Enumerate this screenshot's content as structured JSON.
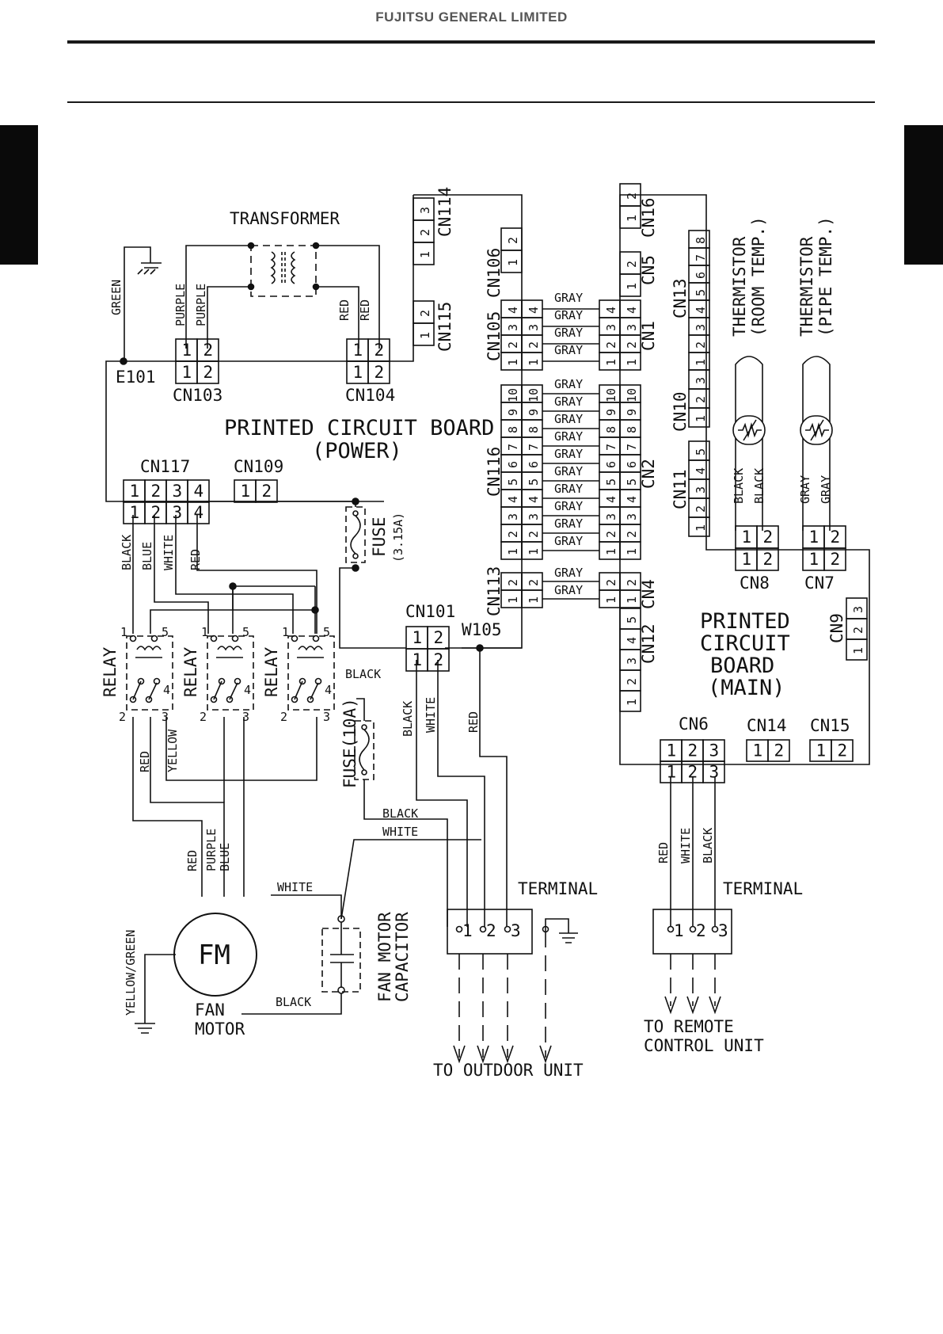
{
  "header": {
    "company": "FUJITSU GENERAL LIMITED"
  },
  "diagram": {
    "pcb_power": {
      "line1": "PRINTED CIRCUIT BOARD",
      "line2": "(POWER)"
    },
    "pcb_main": {
      "line1": "PRINTED",
      "line2": "CIRCUIT",
      "line3": "BOARD",
      "line4": "(MAIN)"
    },
    "transformer": "TRANSFORMER",
    "ground_point": "E101",
    "w105": "W105",
    "connectors": {
      "cn103": "CN103",
      "cn104": "CN104",
      "cn114": "CN114",
      "cn115": "CN115",
      "cn106": "CN106",
      "cn105": "CN105",
      "cn116": "CN116",
      "cn113": "CN113",
      "cn117": "CN117",
      "cn109": "CN109",
      "cn101": "CN101",
      "cn16": "CN16",
      "cn5": "CN5",
      "cn1": "CN1",
      "cn2": "CN2",
      "cn4": "CN4",
      "cn12": "CN12",
      "cn13": "CN13",
      "cn10": "CN10",
      "cn11": "CN11",
      "cn8": "CN8",
      "cn7": "CN7",
      "cn9": "CN9",
      "cn6": "CN6",
      "cn14": "CN14",
      "cn15": "CN15"
    },
    "wire_colors": {
      "green": "GREEN",
      "purple": "PURPLE",
      "red": "RED",
      "gray": "GRAY",
      "black": "BLACK",
      "blue": "BLUE",
      "white": "WHITE",
      "yellow": "YELLOW",
      "yellow_green": "YELLOW/GREEN"
    },
    "relay": "RELAY",
    "fuse_main": {
      "line1": "FUSE",
      "line2": "(3.15A)"
    },
    "fuse_fan": "FUSE(10A)",
    "thermistor_room": {
      "line1": "THERMISTOR",
      "line2": "(ROOM TEMP.)"
    },
    "thermistor_pipe": {
      "line1": "THERMISTOR",
      "line2": "(PIPE TEMP.)"
    },
    "fan_motor": {
      "symbol": "FM",
      "line1": "FAN",
      "line2": "MOTOR"
    },
    "capacitor": {
      "line1": "FAN MOTOR",
      "line2": "CAPACITOR"
    },
    "terminal": "TERMINAL",
    "to_outdoor": "TO OUTDOOR UNIT",
    "to_remote": {
      "line1": "TO REMOTE",
      "line2": "CONTROL UNIT"
    }
  },
  "colors": {
    "ink": "#111111",
    "header_text": "#555555",
    "tab": "#0a0a0a"
  }
}
